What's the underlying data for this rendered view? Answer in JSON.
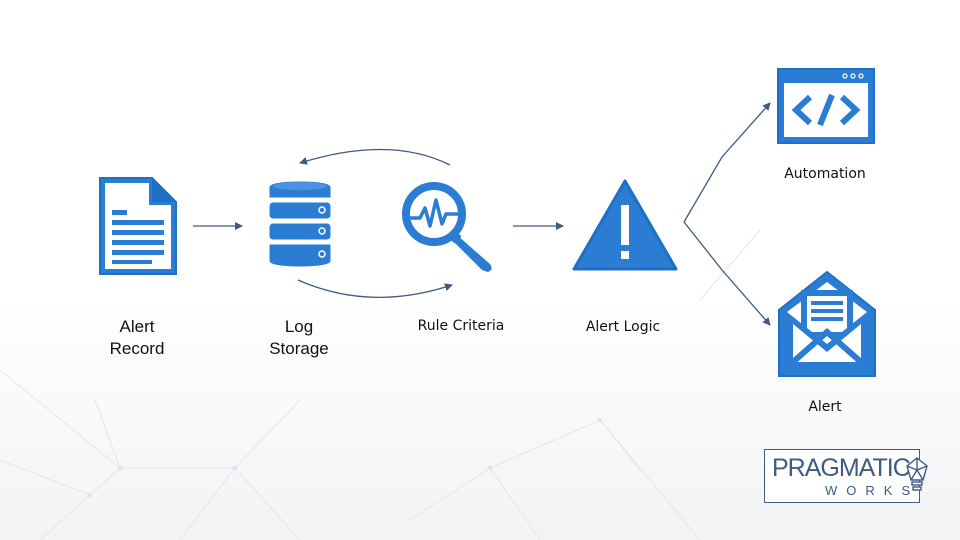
{
  "nodes": {
    "alert_record": {
      "label_line1": "Alert",
      "label_line2": "Record",
      "icon": "document-icon"
    },
    "log_storage": {
      "label_line1": "Log",
      "label_line2": "Storage",
      "icon": "database-icon"
    },
    "rule_criteria": {
      "label": "Rule Criteria",
      "icon": "magnifier-pulse-icon"
    },
    "alert_logic": {
      "label": "Alert Logic",
      "icon": "warning-icon"
    },
    "automation": {
      "label": "Automation",
      "icon": "code-window-icon"
    },
    "alert": {
      "label": "Alert",
      "icon": "envelope-icon"
    }
  },
  "logo": {
    "top": "PRAGMATIC",
    "bottom": "WORKS"
  },
  "colors": {
    "icon_blue": "#2b7cd3",
    "icon_dark": "#1f5fa8",
    "arrow": "#3f5a83",
    "logo": "#3f5a83"
  }
}
